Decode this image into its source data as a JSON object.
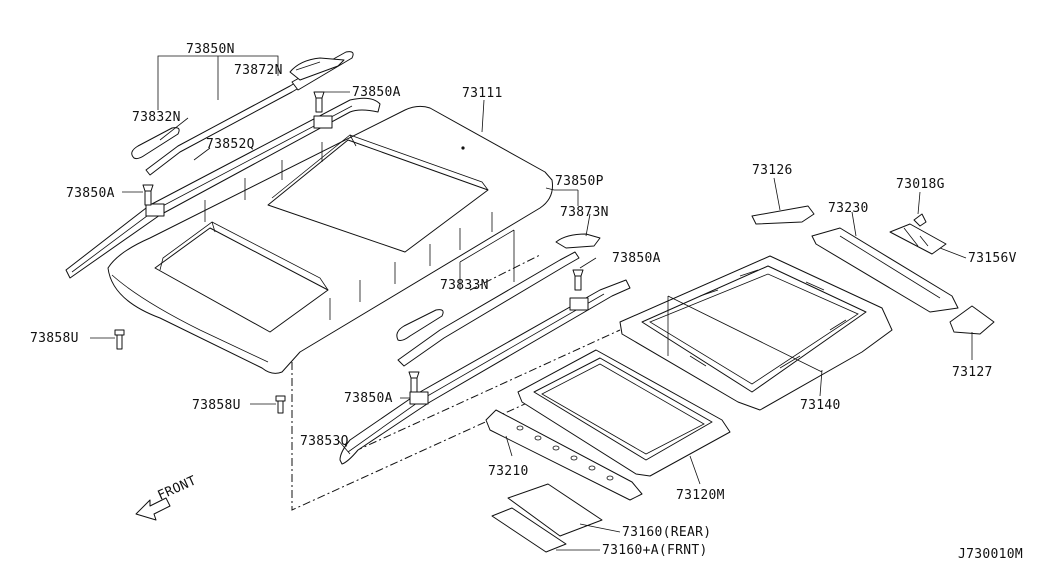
{
  "drawing_id": "J730010M",
  "direction_label": "FRONT",
  "parts": [
    {
      "id": "p73850N",
      "label": "73850N"
    },
    {
      "id": "p73872N",
      "label": "73872N"
    },
    {
      "id": "p73832N",
      "label": "73832N"
    },
    {
      "id": "p73850A_1",
      "label": "73850A"
    },
    {
      "id": "p73852Q",
      "label": "73852Q"
    },
    {
      "id": "p73850A_2",
      "label": "73850A"
    },
    {
      "id": "p73111",
      "label": "73111"
    },
    {
      "id": "p73850P",
      "label": "73850P"
    },
    {
      "id": "p73873N",
      "label": "73873N"
    },
    {
      "id": "p73850A_3",
      "label": "73850A"
    },
    {
      "id": "p73833N",
      "label": "73833N"
    },
    {
      "id": "p73858U_1",
      "label": "73858U"
    },
    {
      "id": "p73858U_2",
      "label": "73858U"
    },
    {
      "id": "p73850A_4",
      "label": "73850A"
    },
    {
      "id": "p73853Q",
      "label": "73853Q"
    },
    {
      "id": "p73210",
      "label": "73210"
    },
    {
      "id": "p73120M",
      "label": "73120M"
    },
    {
      "id": "p73160R",
      "label": "73160(REAR)"
    },
    {
      "id": "p73160F",
      "label": "73160+A(FRNT)"
    },
    {
      "id": "p73126",
      "label": "73126"
    },
    {
      "id": "p73230",
      "label": "73230"
    },
    {
      "id": "p73018G",
      "label": "73018G"
    },
    {
      "id": "p73156V",
      "label": "73156V"
    },
    {
      "id": "p73140",
      "label": "73140"
    },
    {
      "id": "p73127",
      "label": "73127"
    }
  ]
}
